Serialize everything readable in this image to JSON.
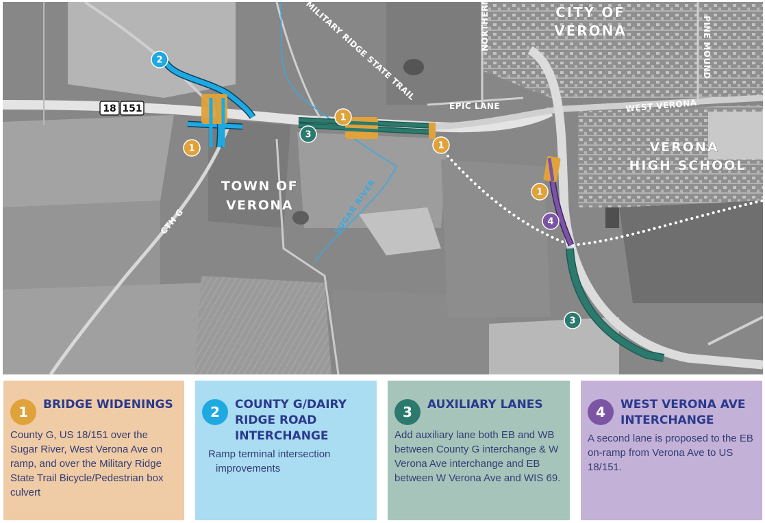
{
  "map": {
    "labels": {
      "city_line1": "CITY OF",
      "city_line2": "VERONA",
      "town_line1": "TOWN OF",
      "town_line2": "VERONA",
      "school_line1": "VERONA",
      "school_line2": "HIGH SCHOOL",
      "trail": "MILITARY RIDGE STATE TRAIL",
      "epic_lane": "EPIC LANE",
      "west_verona": "WEST VERONA",
      "cth_g": "CTH G",
      "sugar_river": "SUGAR RIVER",
      "northern": "NORTHERN",
      "pine_mound": "PINE MOUND",
      "route_shield_1": "18",
      "route_shield_2": "151"
    },
    "markers": [
      {
        "label": "1",
        "color": "#e0a23a"
      },
      {
        "label": "1",
        "color": "#e0a23a"
      },
      {
        "label": "1",
        "color": "#e0a23a"
      },
      {
        "label": "1",
        "color": "#e0a23a"
      },
      {
        "label": "2",
        "color": "#1fa9e1"
      },
      {
        "label": "3",
        "color": "#2c7a6e"
      },
      {
        "label": "3",
        "color": "#2c7a6e"
      },
      {
        "label": "4",
        "color": "#7b55a3"
      }
    ],
    "colors": {
      "bridge": "#e0a23a",
      "interchange_g": "#1fa9e1",
      "auxiliary": "#2c7a6e",
      "verona_interchange": "#7b55a3"
    }
  },
  "legend": [
    {
      "number": "1",
      "title": "BRIDGE WIDENINGS",
      "description": "County G, US 18/151 over the Sugar River, West Verona Ave on ramp, and over the Military Ridge State Trail Bicycle/Pedestrian box culvert",
      "background": "#efcba6",
      "badge_color": "#e0a23a"
    },
    {
      "number": "2",
      "title": "COUNTY G/DAIRY RIDGE ROAD INTERCHANGE",
      "bullets": [
        "Ramp terminal intersection improvements"
      ],
      "background": "#aadcf2",
      "badge_color": "#1fa9e1"
    },
    {
      "number": "3",
      "title": "AUXILIARY LANES",
      "description": "Add auxiliary lane both EB and WB between County G interchange & W Verona Ave interchange and EB between W Verona Ave and WIS 69.",
      "background": "#a7c4bb",
      "badge_color": "#2c7a6e"
    },
    {
      "number": "4",
      "title": "WEST VERONA AVE INTERCHANGE",
      "description": "A second lane is proposed to the EB on-ramp from Verona Ave to US 18/151.",
      "background": "#c3b1d8",
      "badge_color": "#7b55a3"
    }
  ]
}
